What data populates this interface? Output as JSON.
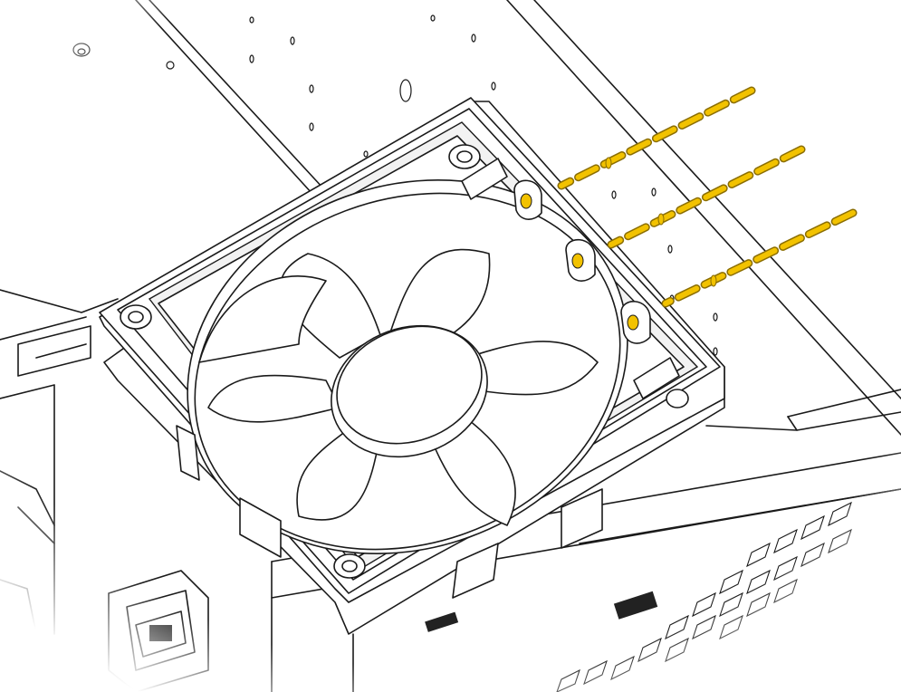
{
  "figure": {
    "subject": "case-fan-installation-diagram",
    "colors": {
      "line": "#1a1a1a",
      "background": "#ffffff",
      "screw_highlight": "#f2c200",
      "screw_outline": "#8a6d00"
    },
    "icons": [
      "fan-icon",
      "screw-icon",
      "mounting-standoff-icon"
    ],
    "screw_count": 3,
    "fan_blade_count": 7
  }
}
